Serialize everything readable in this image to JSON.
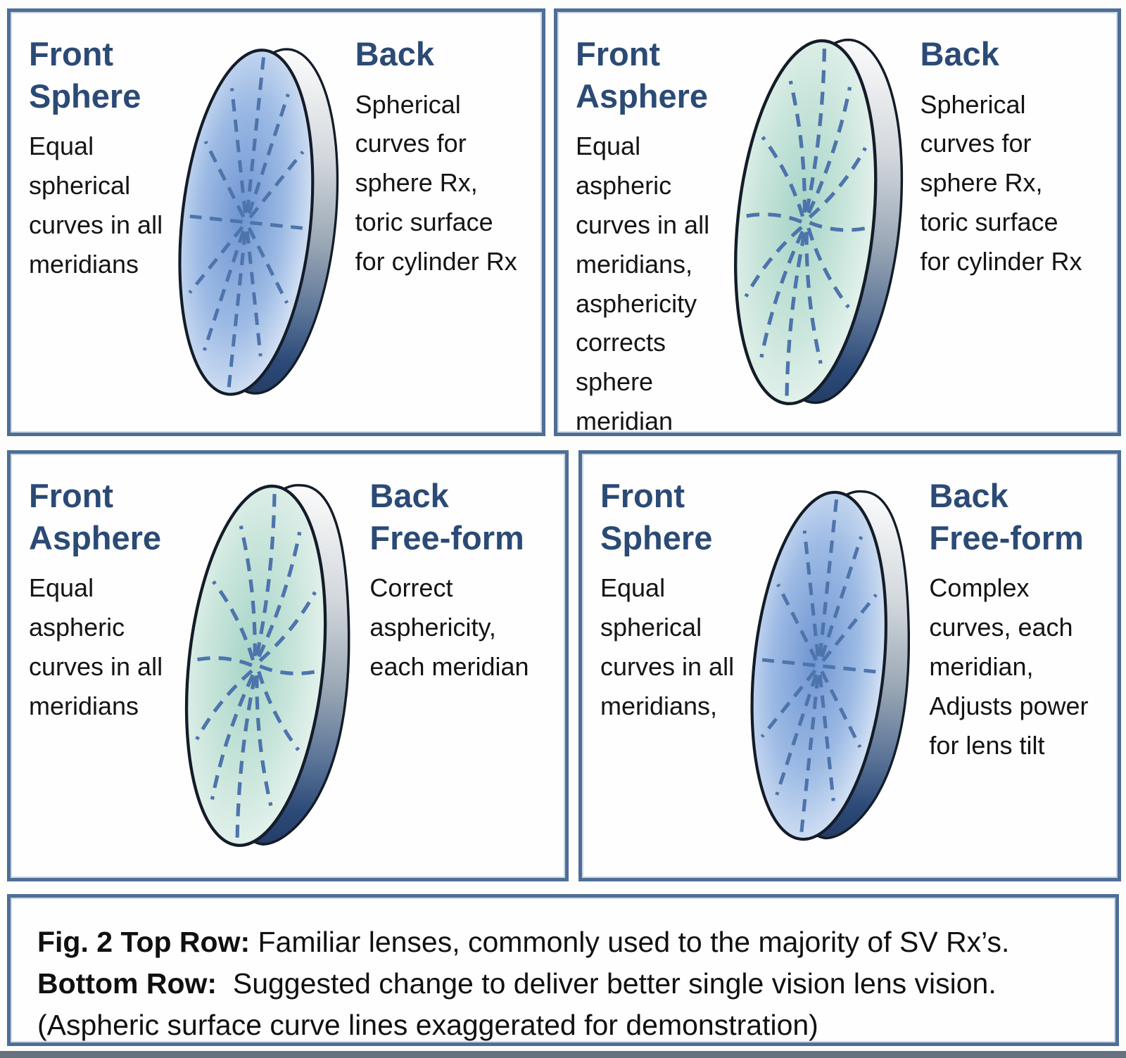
{
  "colors": {
    "panel_border": "#4e6e96",
    "heading": "#2b4a75",
    "body_text": "#141414",
    "spoke": "#4d74ab",
    "lens_outline": "#131c28",
    "face_blue": [
      "#6f95d2",
      "#9cbae4",
      "#edf3fb"
    ],
    "face_green": [
      "#a6d4c8",
      "#c9e5db",
      "#f0f8f4"
    ],
    "rim": [
      "#fbfbfb",
      "#d3d8dd",
      "#9aa7b5",
      "#5c7598",
      "#2c4a78",
      "#243d66"
    ],
    "bottom_strip": "#66727f"
  },
  "panels": [
    {
      "front": {
        "title": "Front\nSphere",
        "body": "Equal\nspherical\ncurves in all\nmeridians"
      },
      "back": {
        "title": "Back",
        "body": "Spherical\ncurves for\nsphere Rx,\ntoric surface\nfor cylinder Rx"
      },
      "lens": {
        "tint": "blue",
        "freeform": false
      }
    },
    {
      "front": {
        "title": "Front\nAsphere",
        "body": "Equal\naspheric\ncurves in all\nmeridians,\nasphericity\ncorrects\nsphere\nmeridian"
      },
      "back": {
        "title": "Back",
        "body": "Spherical\ncurves for\nsphere Rx,\ntoric surface\nfor cylinder Rx"
      },
      "lens": {
        "tint": "green",
        "freeform": false
      }
    },
    {
      "front": {
        "title": "Front\nAsphere",
        "body": "Equal\naspheric\ncurves in all\nmeridians"
      },
      "back": {
        "title": "Back\nFree-form",
        "body": "Correct\nasphericity,\neach meridian"
      },
      "lens": {
        "tint": "green",
        "freeform": true
      }
    },
    {
      "front": {
        "title": "Front\nSphere",
        "body": "Equal\nspherical\ncurves in all\nmeridians,"
      },
      "back": {
        "title": "Back\nFree-form",
        "body": "Complex\ncurves, each\nmeridian,\nAdjusts power\nfor lens tilt"
      },
      "lens": {
        "tint": "blue",
        "freeform": true
      }
    }
  ],
  "caption": {
    "lines": [
      {
        "bold": "Fig. 2 Top Row:",
        "rest": " Familiar lenses, commonly used to the majority of SV Rx’s."
      },
      {
        "bold": "Bottom Row:",
        "rest": "  Suggested change to deliver better single vision lens vision."
      },
      {
        "bold": "",
        "rest": "(Aspheric surface curve lines exaggerated for demonstration)"
      }
    ]
  }
}
